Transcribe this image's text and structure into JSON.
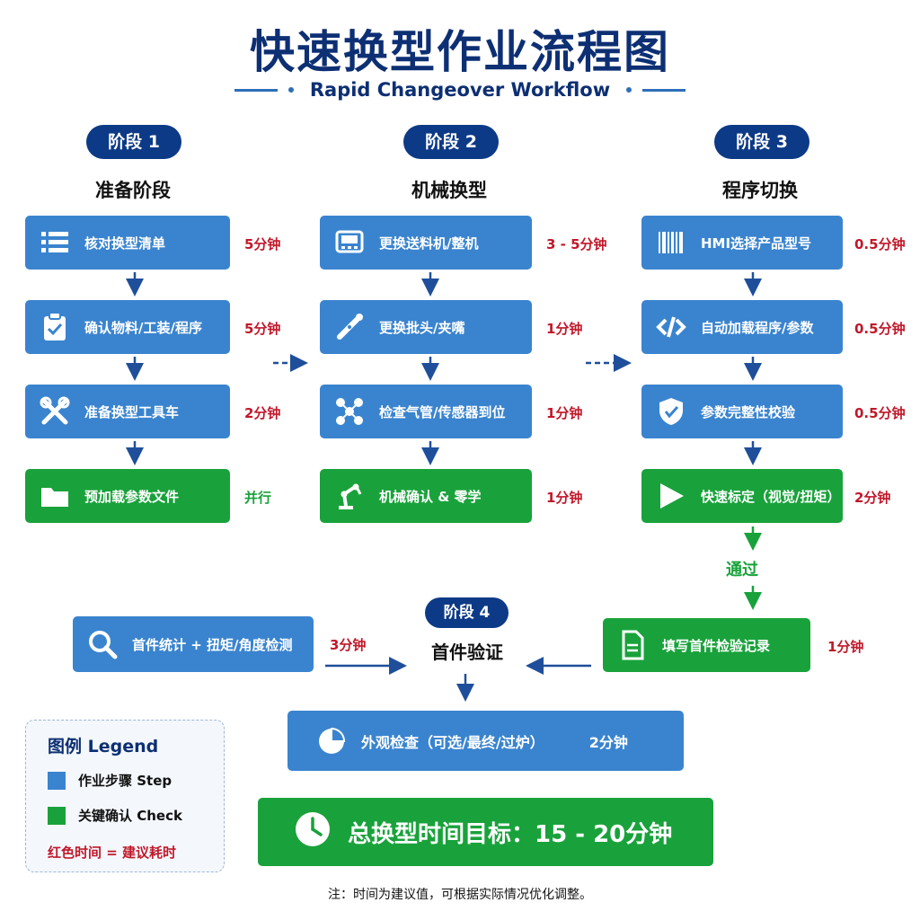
{
  "title": "快速换型作业流程图",
  "subtitle": "Rapid Changeover Workflow",
  "stages": [
    {
      "badge": "阶段 1",
      "name": "准备阶段",
      "steps": [
        {
          "label": "核对换型清单",
          "time": "5分钟",
          "icon": "list-icon",
          "color": "blue"
        },
        {
          "label": "确认物料/工装/程序",
          "time": "5分钟",
          "icon": "clipboard-check-icon",
          "color": "blue"
        },
        {
          "label": "准备换型工具车",
          "time": "2分钟",
          "icon": "tools-icon",
          "color": "blue"
        },
        {
          "label": "预加载参数文件",
          "time": "并行",
          "icon": "folder-icon",
          "color": "green"
        }
      ]
    },
    {
      "badge": "阶段 2",
      "name": "机械换型",
      "steps": [
        {
          "label": "更换送料机/整机",
          "time": "3 - 5分钟",
          "icon": "machine-icon",
          "color": "blue"
        },
        {
          "label": "更换批头/夹嘴",
          "time": "1分钟",
          "icon": "screwdriver-bit-icon",
          "color": "blue"
        },
        {
          "label": "检查气管/传感器到位",
          "time": "1分钟",
          "icon": "sensor-icon",
          "color": "blue"
        },
        {
          "label": "机械确认 & 零学",
          "time": "1分钟",
          "icon": "robot-arm-icon",
          "color": "green"
        }
      ]
    },
    {
      "badge": "阶段 3",
      "name": "程序切换",
      "steps": [
        {
          "label": "HMI选择产品型号",
          "time": "0.5分钟",
          "icon": "barcode-icon",
          "color": "blue"
        },
        {
          "label": "自动加载程序/参数",
          "time": "0.5分钟",
          "icon": "code-icon",
          "color": "blue"
        },
        {
          "label": "参数完整性校验",
          "time": "0.5分钟",
          "icon": "shield-check-icon",
          "color": "blue"
        },
        {
          "label": "快速标定（视觉/扭矩）",
          "time": "2分钟",
          "icon": "play-icon",
          "color": "green"
        }
      ]
    }
  ],
  "pass_label": "通过",
  "stage4": {
    "badge": "阶段 4",
    "name": "首件验证",
    "left_step": {
      "label": "首件统计 + 扭矩/角度检测",
      "time": "3分钟",
      "icon": "magnifier-icon"
    },
    "right_step": {
      "label": "填写首件检验记录",
      "time": "1分钟",
      "icon": "document-icon"
    },
    "bottom_step": {
      "label": "外观检查（可选/最终/过炉）",
      "time": "2分钟",
      "icon": "pie-chart-icon"
    }
  },
  "legend": {
    "title": "图例 Legend",
    "step": "作业步骤 Step",
    "check": "关键确认 Check",
    "time_note": "红色时间 = 建议耗时"
  },
  "total": "总换型时间目标：15 - 20分钟",
  "note": "注：时间为建议值，可根据实际情况优化调整。",
  "colors": {
    "navy": "#0d2f73",
    "badge": "#0d3a86",
    "step_blue": "#3a84cf",
    "check_green": "#19a23b",
    "time_red": "#c0182a"
  }
}
